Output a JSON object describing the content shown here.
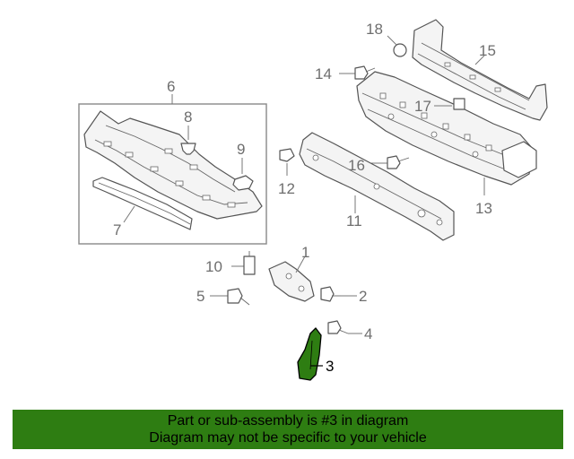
{
  "diagram": {
    "callouts": {
      "c1": "1",
      "c2": "2",
      "c3": "3",
      "c4": "4",
      "c5": "5",
      "c6": "6",
      "c7": "7",
      "c8": "8",
      "c9": "9",
      "c10": "10",
      "c11": "11",
      "c12": "12",
      "c13": "13",
      "c14": "14",
      "c15": "15",
      "c16": "16",
      "c17": "17",
      "c18": "18"
    },
    "highlight_color": "#2e7d12",
    "highlighted_part": "3"
  },
  "banner": {
    "line1": "Part or sub-assembly is #3 in diagram",
    "line2": "Diagram may not be specific to your vehicle",
    "background": "#2e7d12"
  }
}
